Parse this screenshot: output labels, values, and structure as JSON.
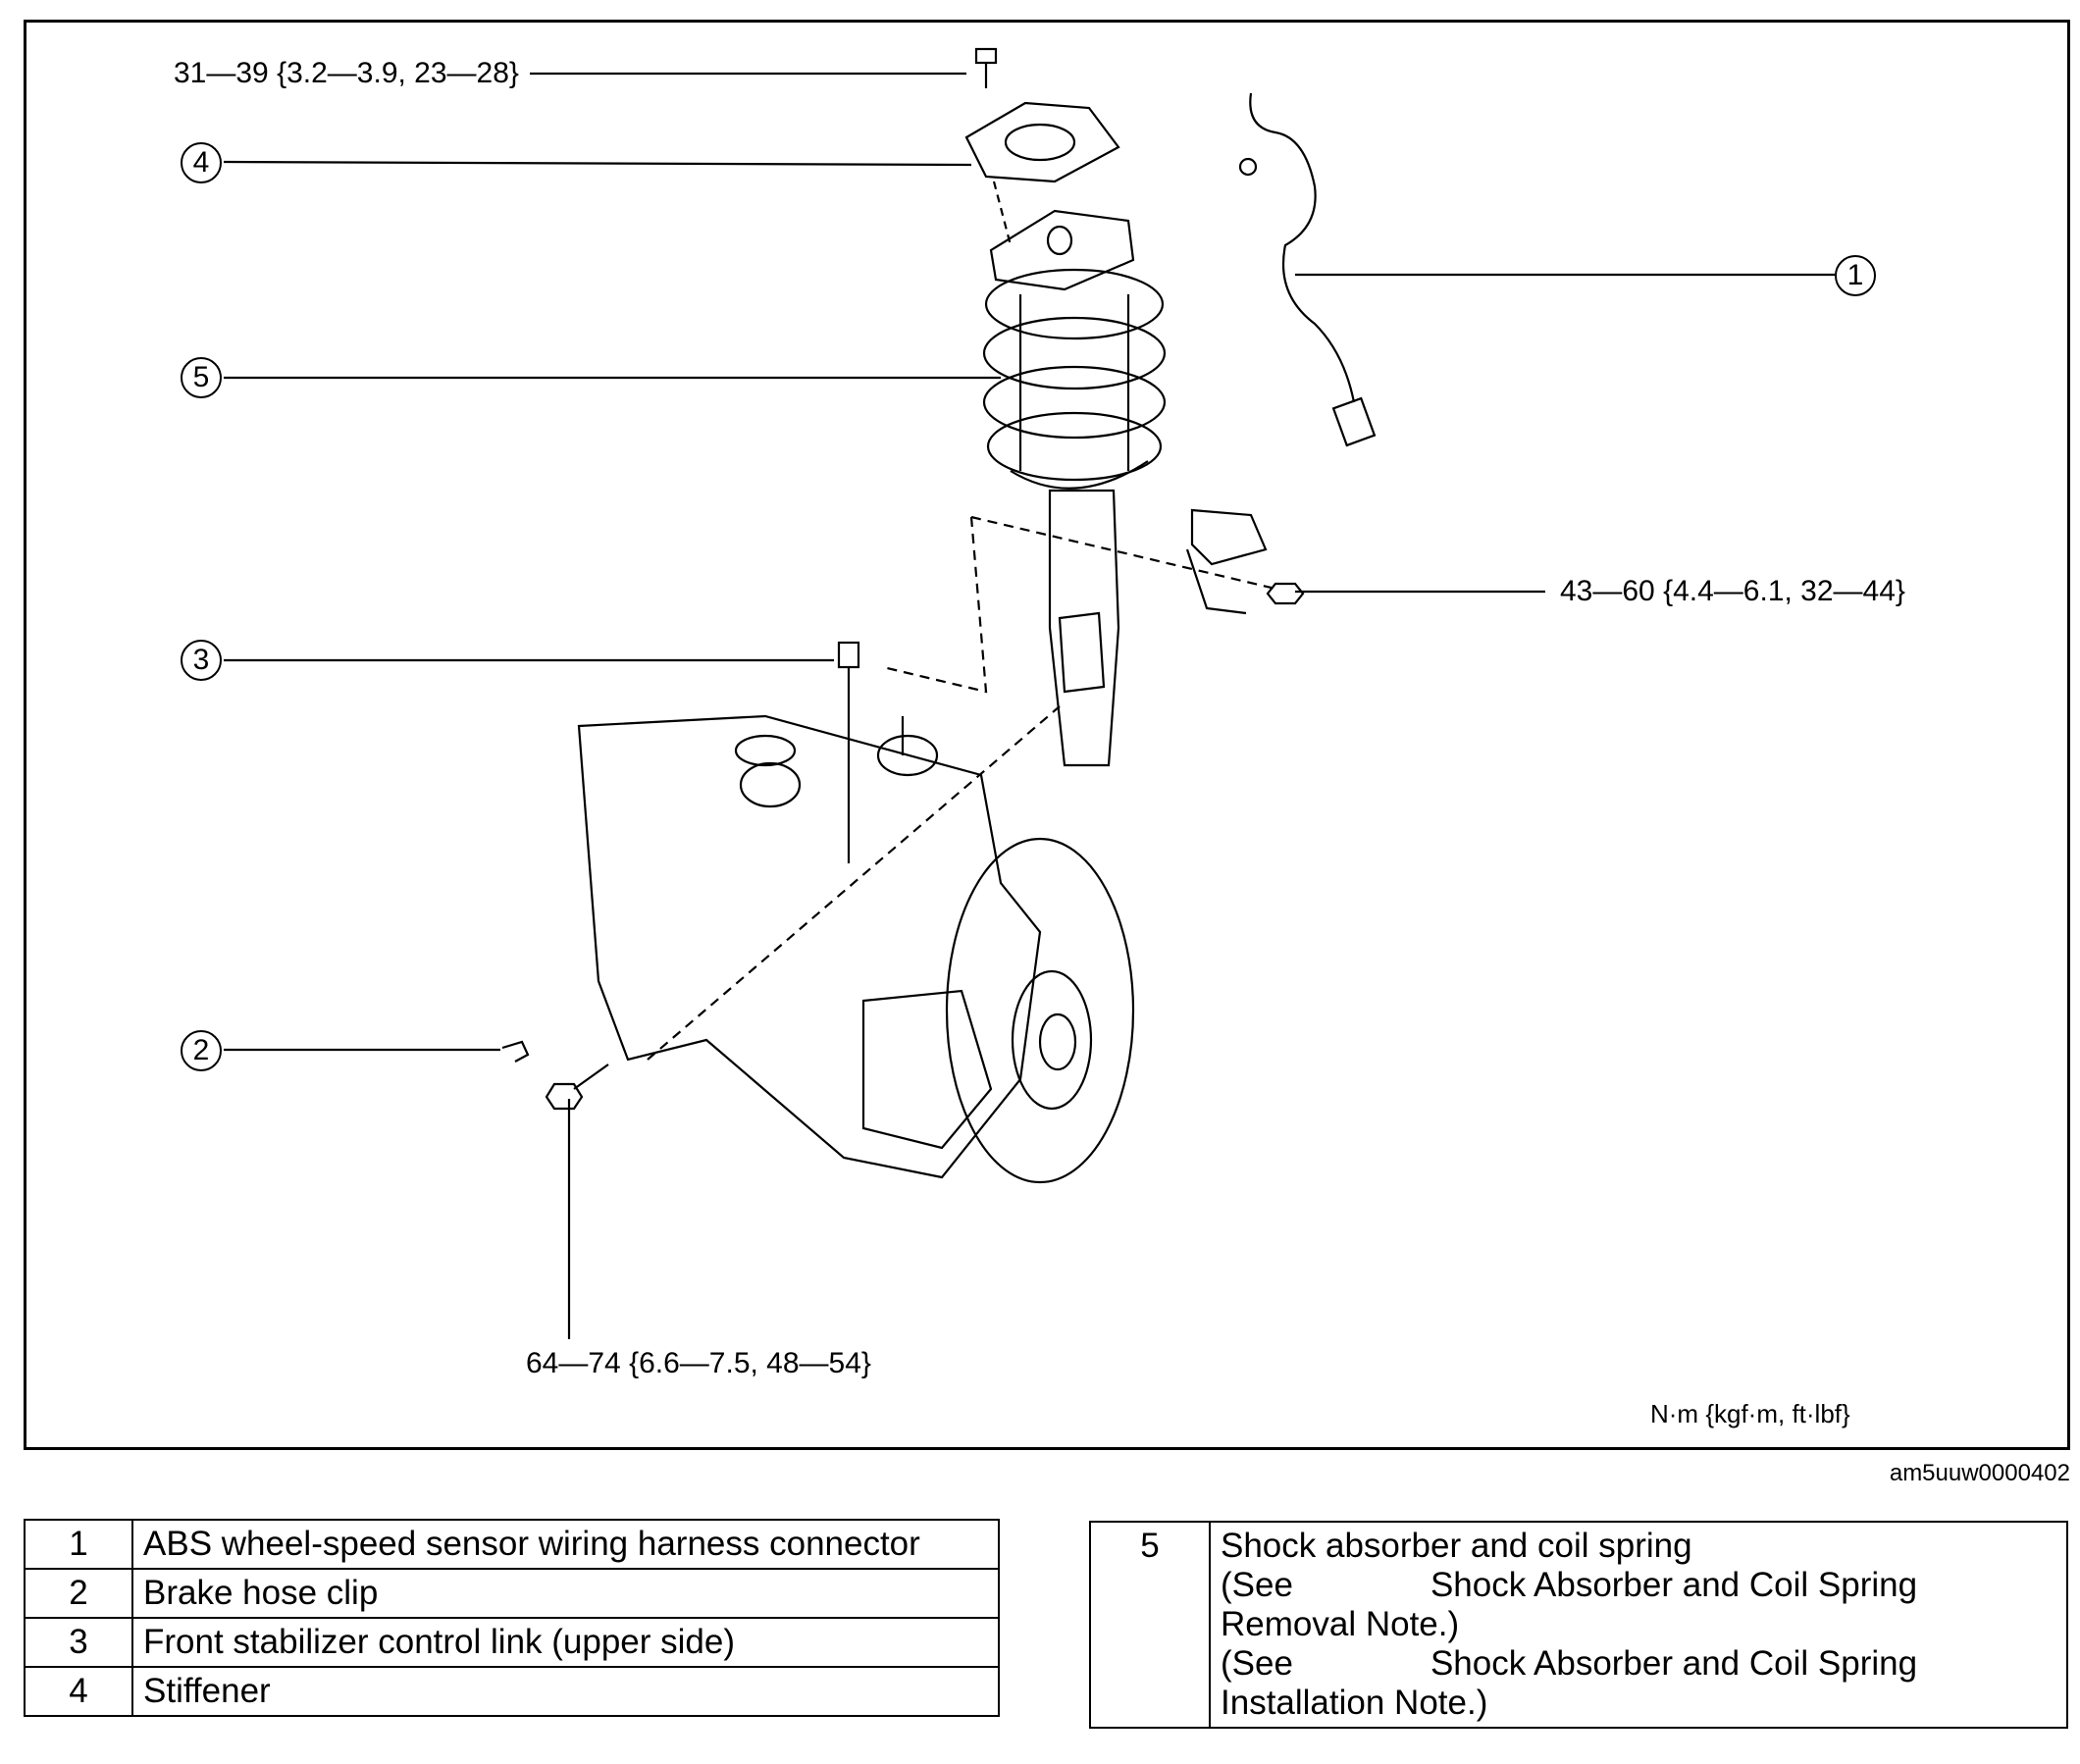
{
  "diagram": {
    "callouts": [
      "1",
      "2",
      "3",
      "4",
      "5"
    ],
    "torques": {
      "top_bolt": "31—39 {3.2—3.9, 23—28}",
      "stabilizer_nut": "43—60 {4.4—6.1, 32—44}",
      "knuckle_bolt": "64—74 {6.6—7.5, 48—54}"
    },
    "units": "N·m {kgf·m, ft·lbf}",
    "figure_code": "am5uuw0000402"
  },
  "legend_left": [
    {
      "num": "1",
      "text": "ABS wheel-speed sensor wiring harness connector"
    },
    {
      "num": "2",
      "text": "Brake hose clip"
    },
    {
      "num": "3",
      "text": "Front stabilizer control link (upper side)"
    },
    {
      "num": "4",
      "text": "Stiffener"
    }
  ],
  "legend_right": {
    "num": "5",
    "title": "Shock absorber and coil spring",
    "see1_prefix": "(See",
    "see1_link": "Shock Absorber and Coil Spring",
    "see1_suffix": "Removal Note.)",
    "see2_prefix": "(See",
    "see2_link": "Shock Absorber and Coil Spring",
    "see2_suffix": "Installation Note.)"
  }
}
